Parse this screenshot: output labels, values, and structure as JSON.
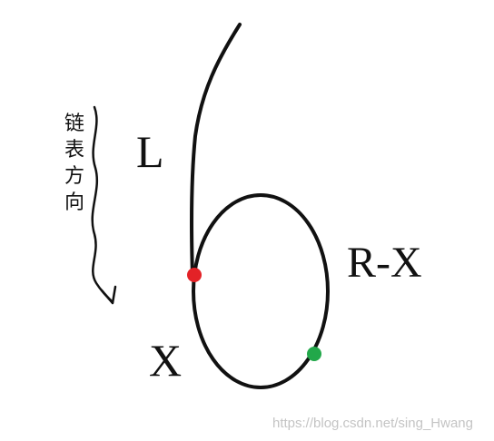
{
  "diagram": {
    "labels": {
      "l": "L",
      "x": "X",
      "rx": "R-X",
      "direction": "链表方向"
    },
    "colors": {
      "stroke": "#111111",
      "entry_point": "#e32227",
      "meeting_point": "#22a84a"
    }
  },
  "watermark": "https://blog.csdn.net/sing_Hwang"
}
